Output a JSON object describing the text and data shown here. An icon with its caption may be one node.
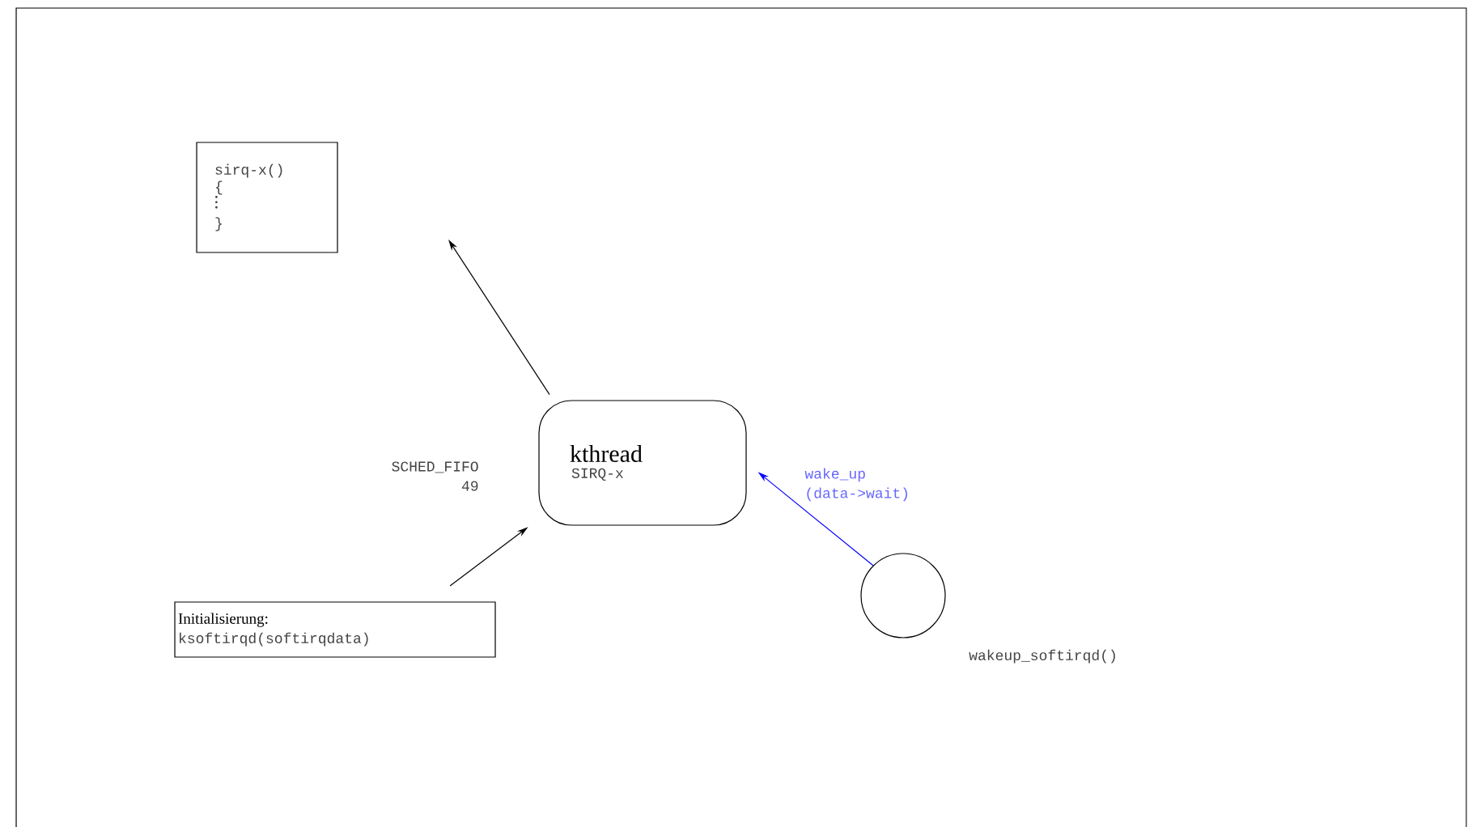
{
  "diagram": {
    "nodes": [
      {
        "text": [
          "sirq-x()",
          "{",
          "}"
        ]
      },
      {
        "text": [
          "kthread",
          "SIRQ-x"
        ]
      },
      {
        "text": [
          "Initialisierung:",
          "ksoftirqd(softirqdata)"
        ]
      },
      {
        "text": [],
        "shape": "circle",
        "beside": [
          "wakeup_softirqd()"
        ]
      }
    ],
    "edges": [
      {
        "from": 1,
        "to": null,
        "arrow": "to"
      },
      {
        "from": 2,
        "to": 1,
        "arrow": "to"
      },
      {
        "from": 3,
        "to": 1,
        "arrow": "to",
        "color": "#0000ff",
        "label": "wake_up (data->wait)"
      }
    ],
    "labels": [
      "SCHED_FIFO 49"
    ]
  }
}
